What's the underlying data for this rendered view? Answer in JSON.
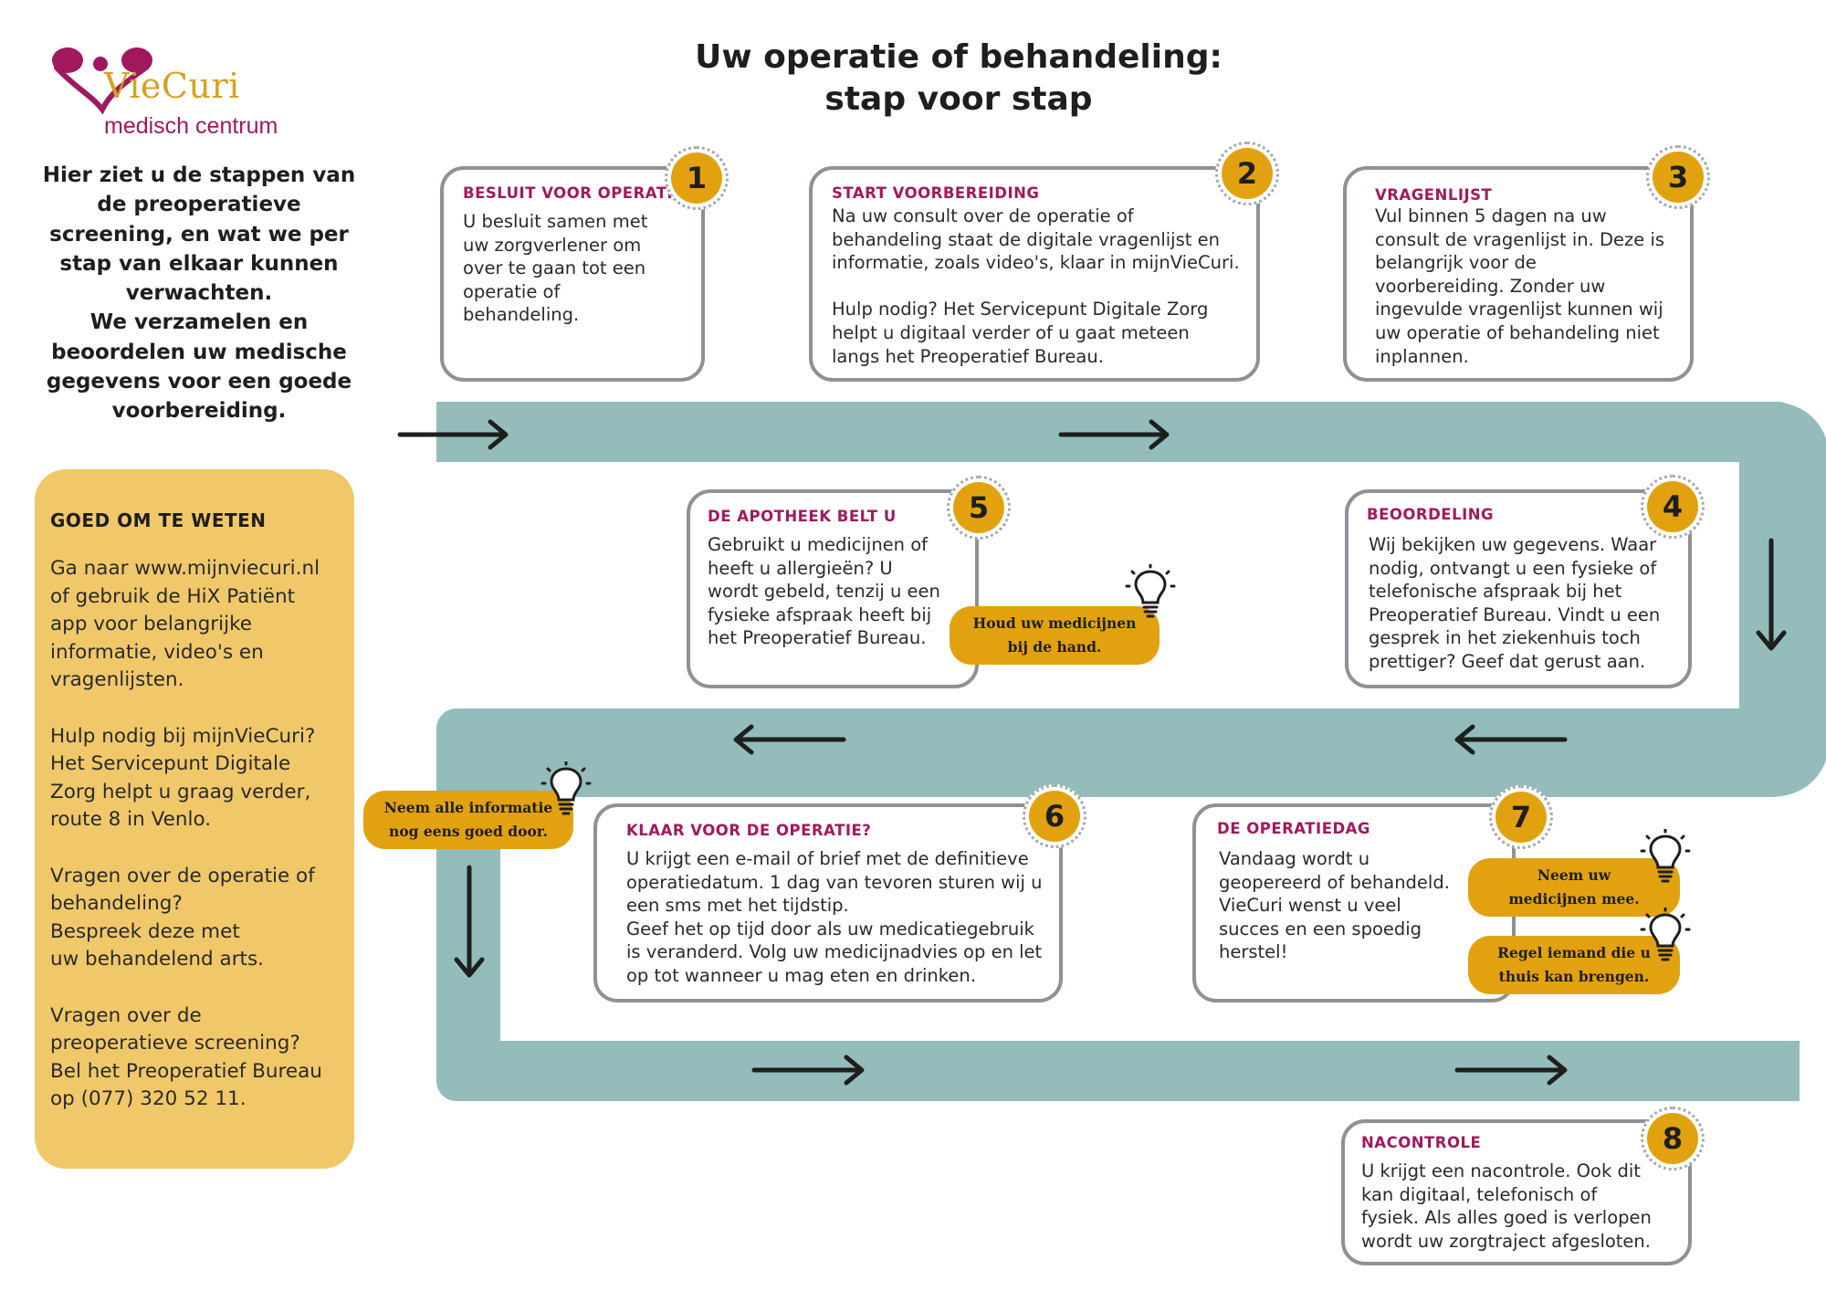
{
  "logo": {
    "name": "VieCuri",
    "subtitle": "medisch centrum"
  },
  "title": {
    "line1": "Uw operatie of behandeling:",
    "line2": "stap voor stap"
  },
  "intro": {
    "line1": "Hier ziet u de stappen van",
    "line2": "de preoperatieve",
    "line3": "screening, en wat we per",
    "line4": "stap van elkaar kunnen",
    "line5": "verwachten.",
    "line6": "We verzamelen en",
    "line7": "beoordelen uw medische",
    "line8": "gegevens voor een goede",
    "line9": "voorbereiding."
  },
  "info": {
    "heading": "GOED OM TE WETEN",
    "paragraphs": [
      [
        "Ga naar www.mijnviecuri.nl",
        "of gebruik de HiX Patiënt",
        "app voor belangrijke",
        "informatie, video's en",
        "vragenlijsten."
      ],
      [
        "Hulp nodig bij mijnVieCuri?",
        "Het Servicepunt Digitale",
        "Zorg helpt u graag verder,",
        "route 8 in Venlo."
      ],
      [
        "Vragen over de operatie of",
        "behandeling?",
        "Bespreek deze met",
        "uw behandelend arts."
      ],
      [
        "Vragen over de",
        "preoperatieve screening?",
        "Bel het Preoperatief Bureau",
        "op (077) 320 52 11."
      ]
    ]
  },
  "steps": [
    {
      "number": "1",
      "title": "BESLUIT VOOR OPERATIE",
      "lines": [
        "U besluit samen met",
        "uw zorgverlener om",
        "over te gaan tot een",
        "operatie of",
        "behandeling."
      ]
    },
    {
      "number": "2",
      "title": "START VOORBEREIDING",
      "lines": [
        "Na uw consult over de operatie of",
        "behandeling staat de digitale vragenlijst en",
        "informatie, zoals video's, klaar in mijnVieCuri.",
        "",
        "Hulp nodig? Het Servicepunt Digitale Zorg",
        "helpt u digitaal verder of u gaat meteen",
        "langs het Preoperatief Bureau."
      ]
    },
    {
      "number": "3",
      "title": "VRAGENLIJST",
      "lines": [
        "Vul binnen 5 dagen na uw",
        "consult de vragenlijst in. Deze is",
        "belangrijk voor de",
        "voorbereiding. Zonder uw",
        "ingevulde vragenlijst kunnen wij",
        "uw operatie of behandeling niet",
        "inplannen."
      ]
    },
    {
      "number": "4",
      "title": "BEOORDELING",
      "lines": [
        "Wij bekijken uw gegevens. Waar",
        "nodig, ontvangt u een fysieke of",
        "telefonische afspraak bij het",
        "Preoperatief Bureau. Vindt u een",
        "gesprek in het ziekenhuis toch",
        "prettiger? Geef dat gerust aan."
      ]
    },
    {
      "number": "5",
      "title": "DE APOTHEEK BELT U",
      "lines": [
        "Gebruikt u medicijnen of",
        "heeft u allergieën? U",
        "wordt gebeld, tenzij u een",
        "fysieke afspraak heeft bij",
        "het Preoperatief Bureau."
      ]
    },
    {
      "number": "6",
      "title": "KLAAR VOOR DE OPERATIE?",
      "lines": [
        "U krijgt een e-mail of brief met de definitieve",
        "operatiedatum. 1 dag van tevoren sturen wij u",
        "een sms met het tijdstip.",
        "Geef het op tijd door als uw medicatiegebruik",
        "is veranderd. Volg uw medicijnadvies op en let",
        "op tot wanneer u mag eten en drinken."
      ]
    },
    {
      "number": "7",
      "title": "DE OPERATIEDAG",
      "lines": [
        "Vandaag wordt u",
        "geopereerd of behandeld.",
        "VieCuri wenst u veel",
        "succes en een spoedig",
        "herstel!"
      ]
    },
    {
      "number": "8",
      "title": "NACONTROLE",
      "lines": [
        "U krijgt een nacontrole. Ook dit",
        "kan digitaal, telefonisch of",
        "fysiek. Als alles goed is verlopen",
        "wordt uw zorgtraject afgesloten."
      ]
    }
  ],
  "tips": {
    "medicines_at_hand": [
      "Houd uw medicijnen",
      "bij de hand."
    ],
    "reread_info": [
      "Neem alle informatie",
      "nog eens goed door."
    ],
    "bring_medicines": [
      "Neem uw",
      "medicijnen mee."
    ],
    "arrange_ride": [
      "Regel iemand die u",
      "thuis kan brengen."
    ]
  },
  "colors": {
    "path": "#93bcba",
    "accent": "#e2a20f",
    "brand": "#a2185f",
    "info_box": "#f1c869",
    "card_border": "#8e9196"
  }
}
